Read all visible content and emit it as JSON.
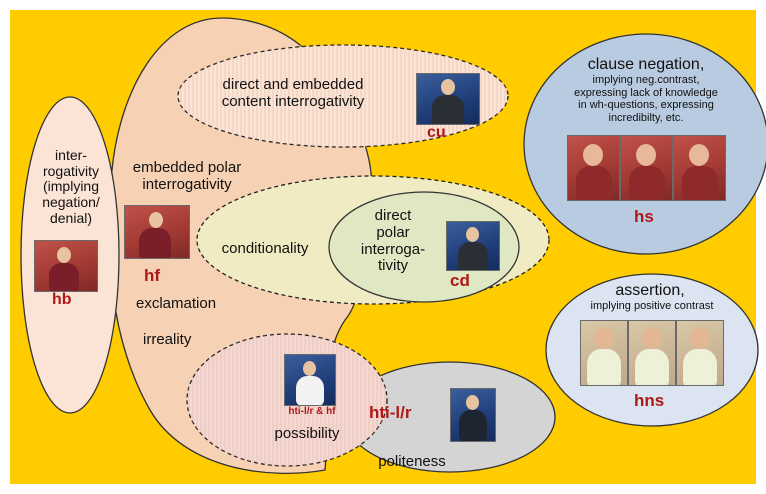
{
  "regions": {
    "interrogativity": {
      "text": "inter-\nrogativity\n(implying\nnegation/\ndenial)",
      "code": "hb"
    },
    "hf_region": {
      "items": [
        "embedded polar\ninterrogativity",
        "exclamation",
        "irreality"
      ],
      "code": "hf"
    },
    "content_interrogativity": {
      "text": "direct and embedded\ncontent interrogativity",
      "code": "cu"
    },
    "conditionality": {
      "text": "conditionality"
    },
    "direct_polar": {
      "text": "direct\npolar\ninterroga-\ntivity",
      "code": "cd"
    },
    "possibility": {
      "text": "possibility",
      "inner_code": "hti-l/r & hf"
    },
    "politeness": {
      "text": "politeness",
      "code": "hti-l/r"
    },
    "clause_negation": {
      "title": "clause negation,",
      "subtitle": "implying neg.contrast,\nexpressing lack of knowledge\nin wh-questions, expressing\nincredibilty, etc.",
      "code": "hs"
    },
    "assertion": {
      "title": "assertion,",
      "subtitle": "implying positive contrast",
      "code": "hns"
    }
  },
  "colors": {
    "background": "#ffcc00",
    "hf_region": "#f6d1b4",
    "hb_region": "#fbe4d6",
    "cu_region": "#fbe4d6",
    "conditionality_region": "#f1ebc4",
    "cd_region": "#dfe8c2",
    "possibility_region": "#f3d7d2",
    "politeness_region": "#d4d4d4",
    "hs_region": "#b9cbe0",
    "hns_region": "#dbe4f0",
    "code_color": "#b01818"
  }
}
